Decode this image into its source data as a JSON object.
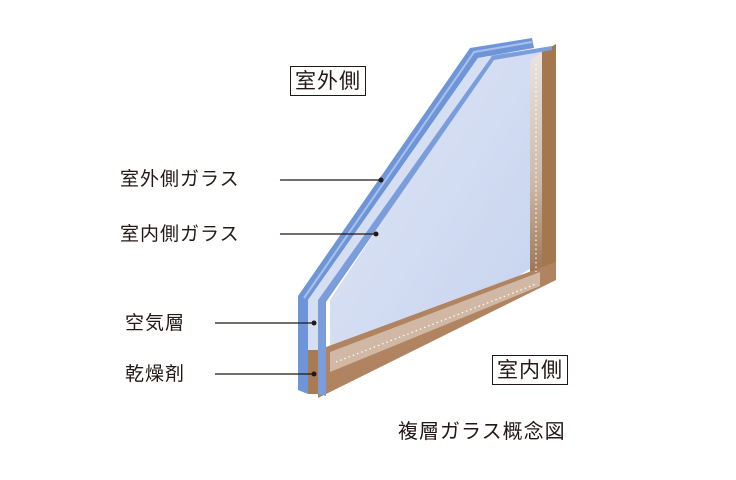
{
  "sides": {
    "outdoor": "室外側",
    "indoor": "室内側"
  },
  "labels": {
    "outer_glass": "室外側ガラス",
    "inner_glass": "室内側ガラス",
    "air_layer": "空気層",
    "desiccant": "乾燥剤"
  },
  "caption": "複層ガラス概念図",
  "colors": {
    "glass_edge": "#6e93d6",
    "glass_face": "#cfdaf0",
    "spacer": "#a87a52",
    "leader": "#231815"
  }
}
